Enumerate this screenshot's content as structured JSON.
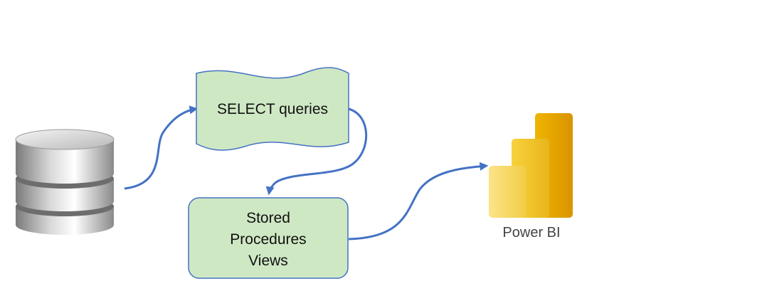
{
  "nodes": {
    "select_queries": {
      "label": "SELECT queries",
      "fill": "#cfe8c4",
      "stroke": "#4472c4"
    },
    "stored_procedures_views": {
      "lines": [
        "Stored",
        "Procedures",
        "Views"
      ],
      "fill": "#cfe8c4",
      "stroke": "#4472c4"
    },
    "powerbi": {
      "label": "Power BI"
    }
  },
  "icons": {
    "database": "database-icon",
    "powerbi": "powerbi-logo-icon"
  },
  "colors": {
    "arrow": "#4472c4",
    "powerbi_dark": "#e8a400",
    "powerbi_mid": "#f2c233",
    "powerbi_light": "#f7d866"
  }
}
